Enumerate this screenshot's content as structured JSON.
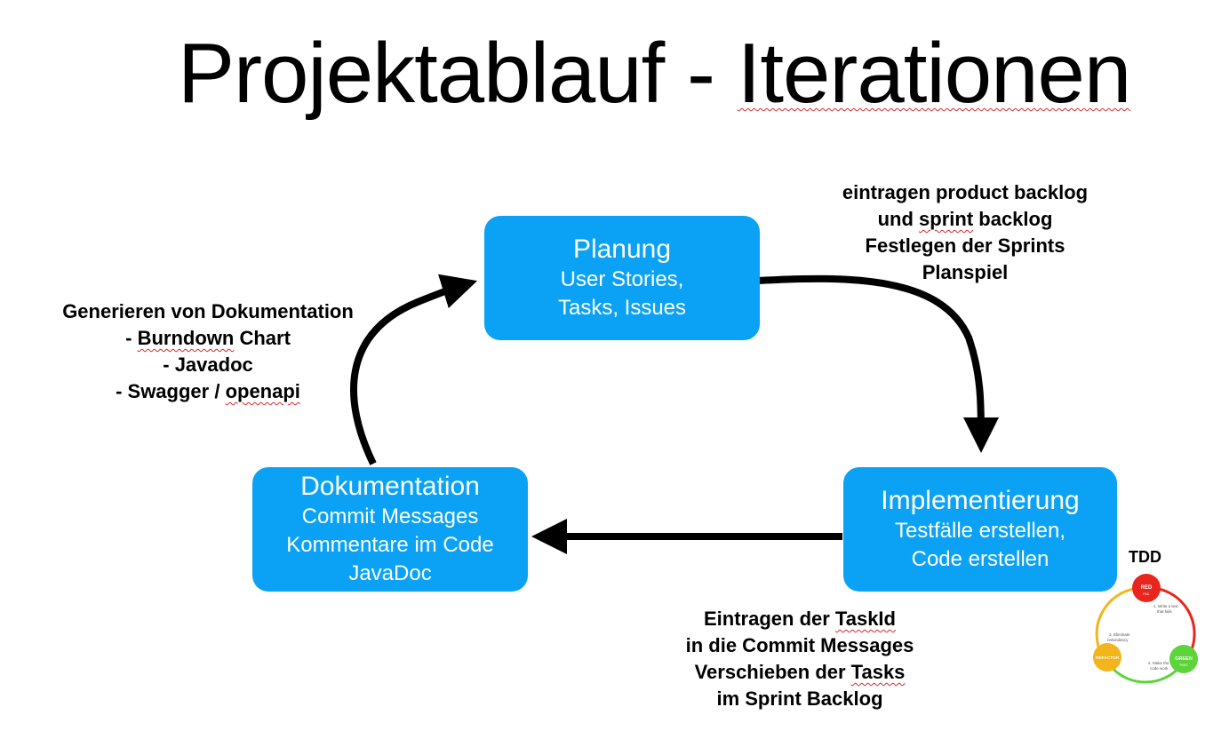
{
  "title": {
    "part1": "Projektablauf - ",
    "part2": "Iterationen"
  },
  "boxes": {
    "planung": {
      "heading": "Planung",
      "line1": "User Stories,",
      "line2": "Tasks, Issues"
    },
    "implementierung": {
      "heading": "Implementierung",
      "line1": "Testfälle erstellen,",
      "line2": "Code erstellen"
    },
    "dokumentation": {
      "heading": "Dokumentation",
      "line1": "Commit Messages",
      "line2": "Kommentare im Code",
      "line3": "JavaDoc"
    }
  },
  "notes": {
    "top_right": {
      "line1": "eintragen product backlog",
      "line2a": "und ",
      "line2b": "sprint",
      "line2c": " backlog",
      "line3": "Festlegen der Sprints",
      "line4": "Planspiel"
    },
    "left": {
      "line1": "Generieren von Dokumentation",
      "line2a": "- ",
      "line2b": "Burndown",
      "line2c": " Chart",
      "line3": "- Javadoc",
      "line4a": "- Swagger / ",
      "line4b": "openapi"
    },
    "bottom": {
      "line1a": "Eintragen der ",
      "line1b": "TaskId",
      "line2": "in die Commit Messages",
      "line3a": "Verschieben der ",
      "line3b": "Tasks",
      "line4": "im Sprint Backlog"
    }
  },
  "tdd": {
    "label": "TDD",
    "red": "RED",
    "red_sub": "FAIL",
    "green": "GREEN",
    "green_sub": "PASS",
    "refactor": "REFACTOR",
    "step1a": "1. Write a test",
    "step1b": "that fails",
    "step2a": "2. Make the",
    "step2b": "code work",
    "step3a": "3. Eliminate",
    "step3b": "redundancy"
  },
  "colors": {
    "box": "#0ba2f5",
    "red": "#e8261e",
    "green": "#5cd43a",
    "yellow": "#f2b51c"
  }
}
